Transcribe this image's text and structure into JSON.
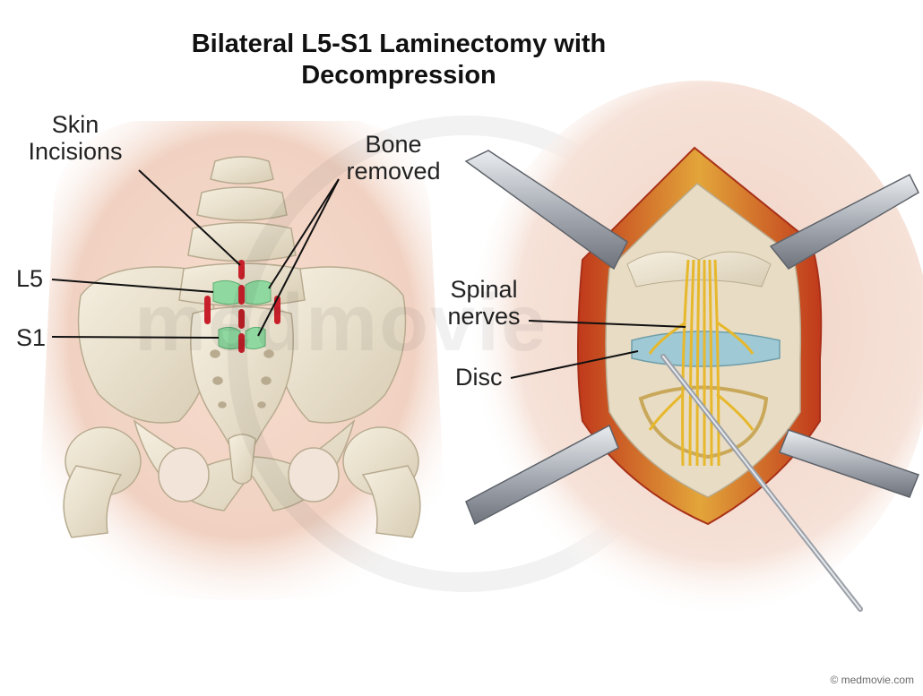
{
  "title": {
    "line1": "Bilateral L5-S1 Laminectomy with",
    "line2": "Decompression"
  },
  "labels": {
    "skin_incisions": [
      "Skin",
      "Incisions"
    ],
    "bone_removed": [
      "Bone",
      "removed"
    ],
    "l5": "L5",
    "s1": "S1",
    "spinal_nerves": [
      "Spinal",
      "nerves"
    ],
    "disc": "Disc"
  },
  "watermark": "medmovie",
  "copyright": "© medmovie.com",
  "colors": {
    "bone": "#ece3cf",
    "bone_shadow": "#c9bda2",
    "skin": "#f2d6c6",
    "incision": "#c8202a",
    "removed_bone": "#8fd8a0",
    "nerve": "#f2cf3a",
    "disc": "#9fc9d4",
    "retractor": "#b9bdc4",
    "fat": "#e0a23a",
    "wound_edge": "#c0391b"
  }
}
